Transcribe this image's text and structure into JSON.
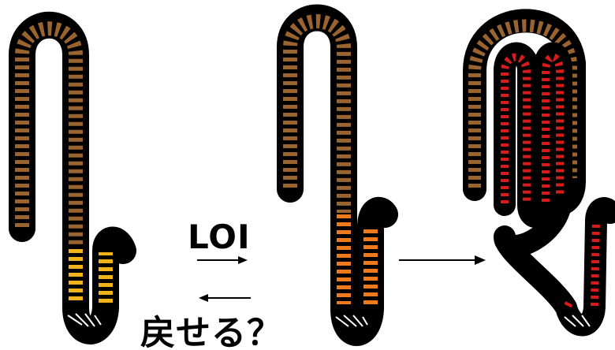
{
  "labels": {
    "forward": "LOI",
    "backward": "戻せる？"
  },
  "colors": {
    "outline": "#000000",
    "upper_segment": "#9a6430",
    "stage1_lower": "#f2b21a",
    "stage2_lower": "#ee7a1c",
    "stage3_loops": "#d81c1c",
    "background": "#ffffff"
  },
  "stages": [
    {
      "name": "stage-1",
      "lower_color": "stage1_lower"
    },
    {
      "name": "stage-2",
      "lower_color": "stage2_lower"
    },
    {
      "name": "stage-3",
      "lower_color": "stage3_loops"
    }
  ]
}
